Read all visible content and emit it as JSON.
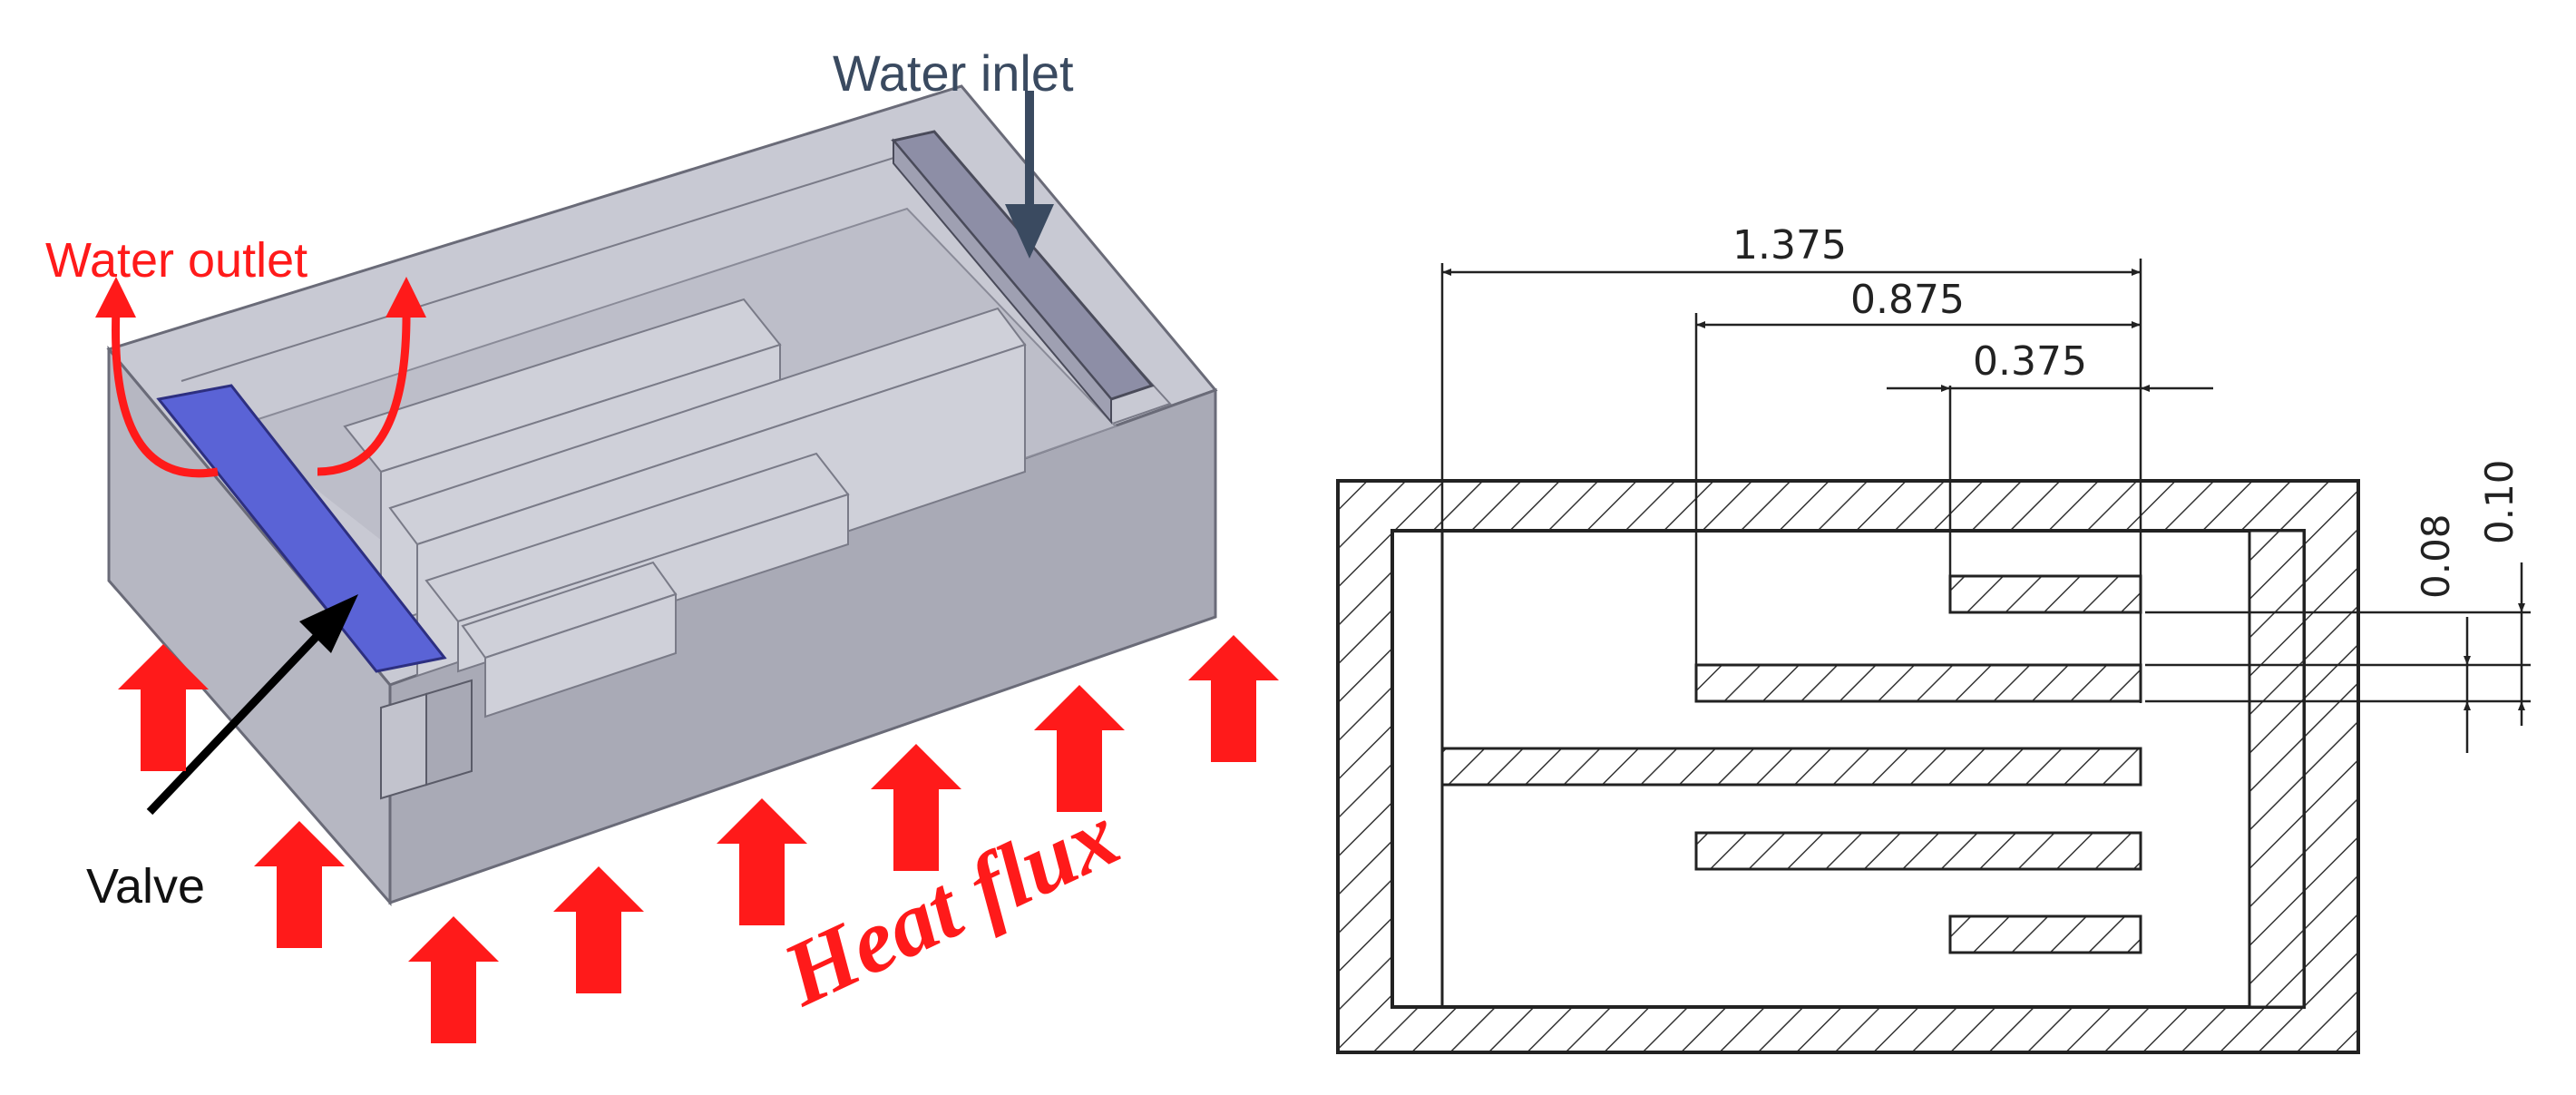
{
  "left_panel": {
    "labels": {
      "water_inlet": "Water inlet",
      "water_outlet": "Water outlet",
      "valve": "Valve",
      "heat_flux": "Heat flux"
    },
    "icons": {
      "heat_flux_arrows": "arrow-up-icon",
      "outlet_arrows": "curved-arrow-icon",
      "inlet_arrow": "arrow-down-icon",
      "valve_pointer": "arrow-icon"
    }
  },
  "right_panel": {
    "dimensions": {
      "d1": "1.375",
      "d2": "0.875",
      "d3": "0.375",
      "d4": "0.08",
      "d5": "0.10"
    }
  },
  "colors": {
    "red_accent": "#ff1a1a",
    "inlet_label": "#3a4a60",
    "valve_blue": "#5a63d6",
    "box_grey": "#b9bac6"
  }
}
